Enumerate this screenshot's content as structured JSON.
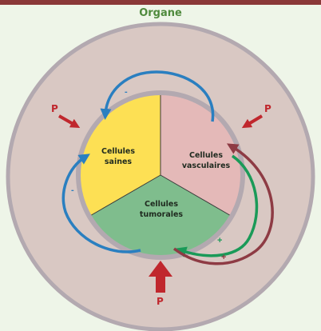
{
  "title": "Organe",
  "cells": {
    "healthy": "Cellules\nsaines",
    "vascular": "Cellules\nvasculaires",
    "tumoral": "Cellules\ntumorales"
  },
  "signs": {
    "top_feedback": "-",
    "left_feedback": "-",
    "green_feedback": "+",
    "red_feedback": "+"
  },
  "pressure": {
    "left": "P",
    "right": "P",
    "bottom": "P"
  },
  "colors": {
    "background": "#eef5e8",
    "top_band": "#8a3838",
    "title": "#4f8a3d",
    "organ_fill": "#d9c8c3",
    "organ_border": "#b3a9b0",
    "healthy": "#fde054",
    "vascular": "#e4b9b8",
    "tumoral": "#7fbd8d",
    "blue_arrow": "#2a7fc0",
    "green_arrow": "#1a9a58",
    "red_arrow": "#8e3b44",
    "pressure": "#c0272d"
  }
}
